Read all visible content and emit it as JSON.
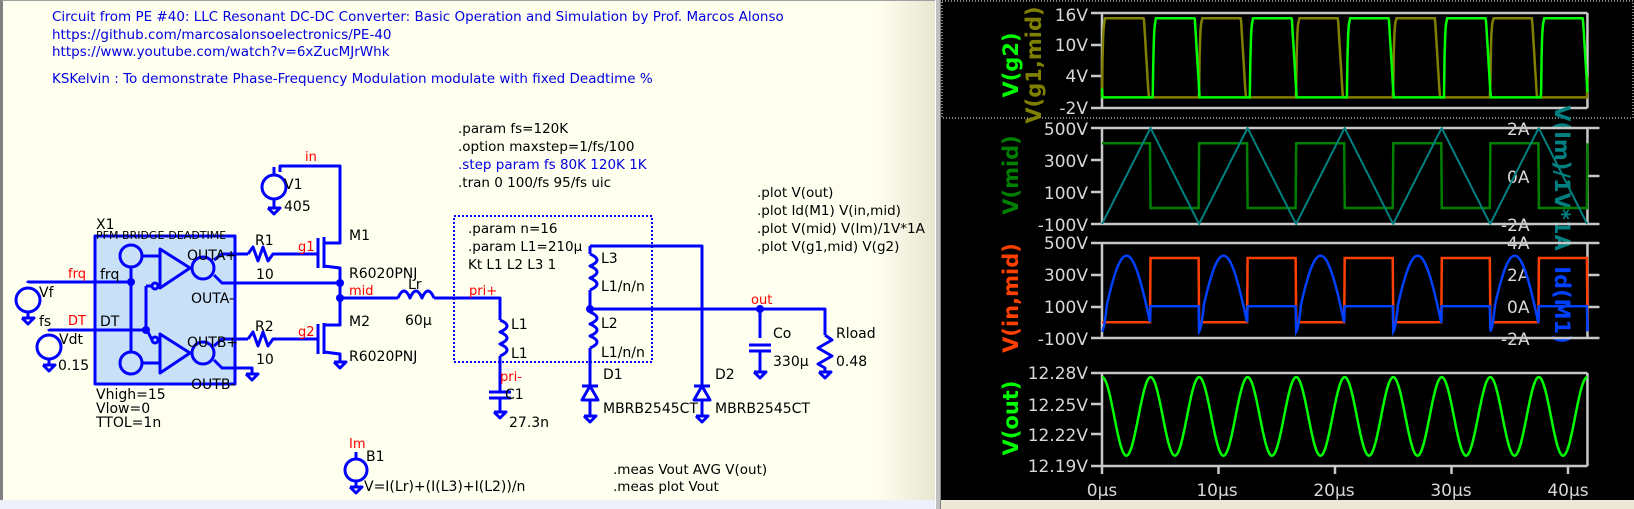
{
  "schematic": {
    "header": {
      "line1": "Circuit from PE #40: LLC Resonant DC-DC Converter: Basic Operation and Simulation by Prof. Marcos Alonso",
      "line2": "https://github.com/marcosalonsoelectronics/PE-40",
      "line3": "https://www.youtube.com/watch?v=6xZucMJrWhk",
      "line4": "KSKelvin : To demonstrate Phase-Frequency Modulation modulate with fixed Deadtime %"
    },
    "directives": {
      "param_fs": ".param fs=120K",
      "option": ".option maxstep=1/fs/100",
      "step": ".step param fs 80K 120K 1K",
      "tran": ".tran 0 100/fs 95/fs uic",
      "transformer_params": [
        ".param n=16",
        ".param L1=210µ",
        "Kt L1 L2 L3 1"
      ],
      "plots": [
        ".plot V(out)",
        ".plot Id(M1) V(in,mid)",
        ".plot V(mid) V(Im)/1V*1A",
        ".plot V(g1,mid) V(g2)"
      ],
      "meas": [
        ".meas Vout AVG V(out)",
        ".meas plot Vout"
      ]
    },
    "components": {
      "x1_ref": "X1",
      "x1_model": "PFM-BRIDGE-DEADTIME",
      "x1_pins": {
        "frq": "frq",
        "dt": "DT",
        "outa_p": "OUTA+",
        "outa_n": "OUTA-",
        "outb_p": "OUTB+",
        "outb_n": "OUTB-"
      },
      "x1_params": [
        "Vhigh=15",
        "Vlow=0",
        "TTOL=1n"
      ],
      "vf_ref": "Vf",
      "vf_value": "fs",
      "vdt_ref": "Vdt",
      "vdt_value": "0.15",
      "v1_ref": "V1",
      "v1_value": "405",
      "r1_ref": "R1",
      "r1_value": "10",
      "r2_ref": "R2",
      "r2_value": "10",
      "m1_ref": "M1",
      "m1_model": "R6020PNJ",
      "m2_ref": "M2",
      "m2_model": "R6020PNJ",
      "lr_ref": "Lr",
      "lr_value": "60µ",
      "l1_ref": "L1",
      "l1_value": "L1",
      "l2_ref": "L2",
      "l2_value": "L1/n/n",
      "l3_ref": "L3",
      "l3_value": "L1/n/n",
      "c1_ref": "C1",
      "c1_value": "27.3n",
      "d1_ref": "D1",
      "d1_model": "MBRB2545CT",
      "d2_ref": "D2",
      "d2_model": "MBRB2545CT",
      "co_ref": "Co",
      "co_value": "330µ",
      "rload_ref": "Rload",
      "rload_value": "0.48",
      "b1_ref": "B1",
      "b1_value": "V=I(Lr)+(I(L3)+I(L2))/n"
    },
    "nets": {
      "frq": "frq",
      "dt": "DT",
      "in": "in",
      "g1": "g1",
      "g2": "g2",
      "mid": "mid",
      "pri_p": "pri+",
      "pri_n": "pri-",
      "out": "out",
      "im": "Im"
    }
  },
  "colors": {
    "wire": "#0000ff",
    "net_label": "#ff0000",
    "v_g2": "#00ff00",
    "v_g1_mid": "#808000",
    "v_mid": "#008000",
    "v_im": "#008080",
    "v_in_mid": "#ff4000",
    "id_m1": "#0040ff",
    "v_out": "#00ff00"
  },
  "chart_data": [
    {
      "type": "line",
      "title": "V(g1,mid) V(g2)",
      "series": [
        {
          "name": "V(g2)",
          "color": "#00ff00"
        },
        {
          "name": "V(g1,mid)",
          "color": "#808000"
        }
      ],
      "ylabel_left": [
        "V(g2)",
        "V(g1,mid)"
      ],
      "yticks": [
        "16V",
        "10V",
        "4V",
        "-2V"
      ],
      "ylim": [
        -2,
        16
      ],
      "xlim_us": [
        0,
        41.7
      ],
      "waveform": "gate square waves ~15V high, 0V low, period ~8.3us, complementary with deadtime"
    },
    {
      "type": "line",
      "title": "V(mid) V(Im)/1V*1A",
      "series": [
        {
          "name": "V(mid)",
          "color": "#008000"
        },
        {
          "name": "V(Im)/1V*1A",
          "color": "#008080"
        }
      ],
      "ylabel_left": "V(mid)",
      "ylabel_right": "V(Im)/1V*1A",
      "yticks_left": [
        "500V",
        "300V",
        "100V",
        "-100V"
      ],
      "yticks_right": [
        "2A",
        "0A",
        "-2A"
      ],
      "ylim_left": [
        -100,
        500
      ],
      "ylim_right": [
        -2,
        2
      ],
      "waveform": "V(mid) square 0..405V; magnetizing current triangle -2A..2A"
    },
    {
      "type": "line",
      "title": "Id(M1) V(in,mid)",
      "series": [
        {
          "name": "V(in,mid)",
          "color": "#ff4000"
        },
        {
          "name": "Id(M1)",
          "color": "#0040ff"
        }
      ],
      "ylabel_left": "V(in,mid)",
      "ylabel_right": "Id(M1)",
      "yticks_left": [
        "500V",
        "300V",
        "100V",
        "-100V"
      ],
      "yticks_right": [
        "4A",
        "2A",
        "0A",
        "-2A"
      ],
      "ylim_left": [
        -100,
        500
      ],
      "ylim_right": [
        -2,
        4
      ],
      "waveform": "V(in,mid) square 0..405V; Id(M1) half-sine peak ~3.2A, dip to ~-1.6A"
    },
    {
      "type": "line",
      "title": "V(out)",
      "series": [
        {
          "name": "V(out)",
          "color": "#00ff00"
        }
      ],
      "ylabel_left": "V(out)",
      "yticks": [
        "12.28V",
        "12.25V",
        "12.22V",
        "12.19V"
      ],
      "ylim": [
        12.19,
        12.28
      ],
      "xticks": [
        "0µs",
        "10µs",
        "20µs",
        "30µs",
        "40µs"
      ],
      "xlim_us": [
        0,
        41.7
      ],
      "waveform": "sinusoidal ripple between ~12.20V and ~12.276V, ~4.17us period"
    }
  ]
}
